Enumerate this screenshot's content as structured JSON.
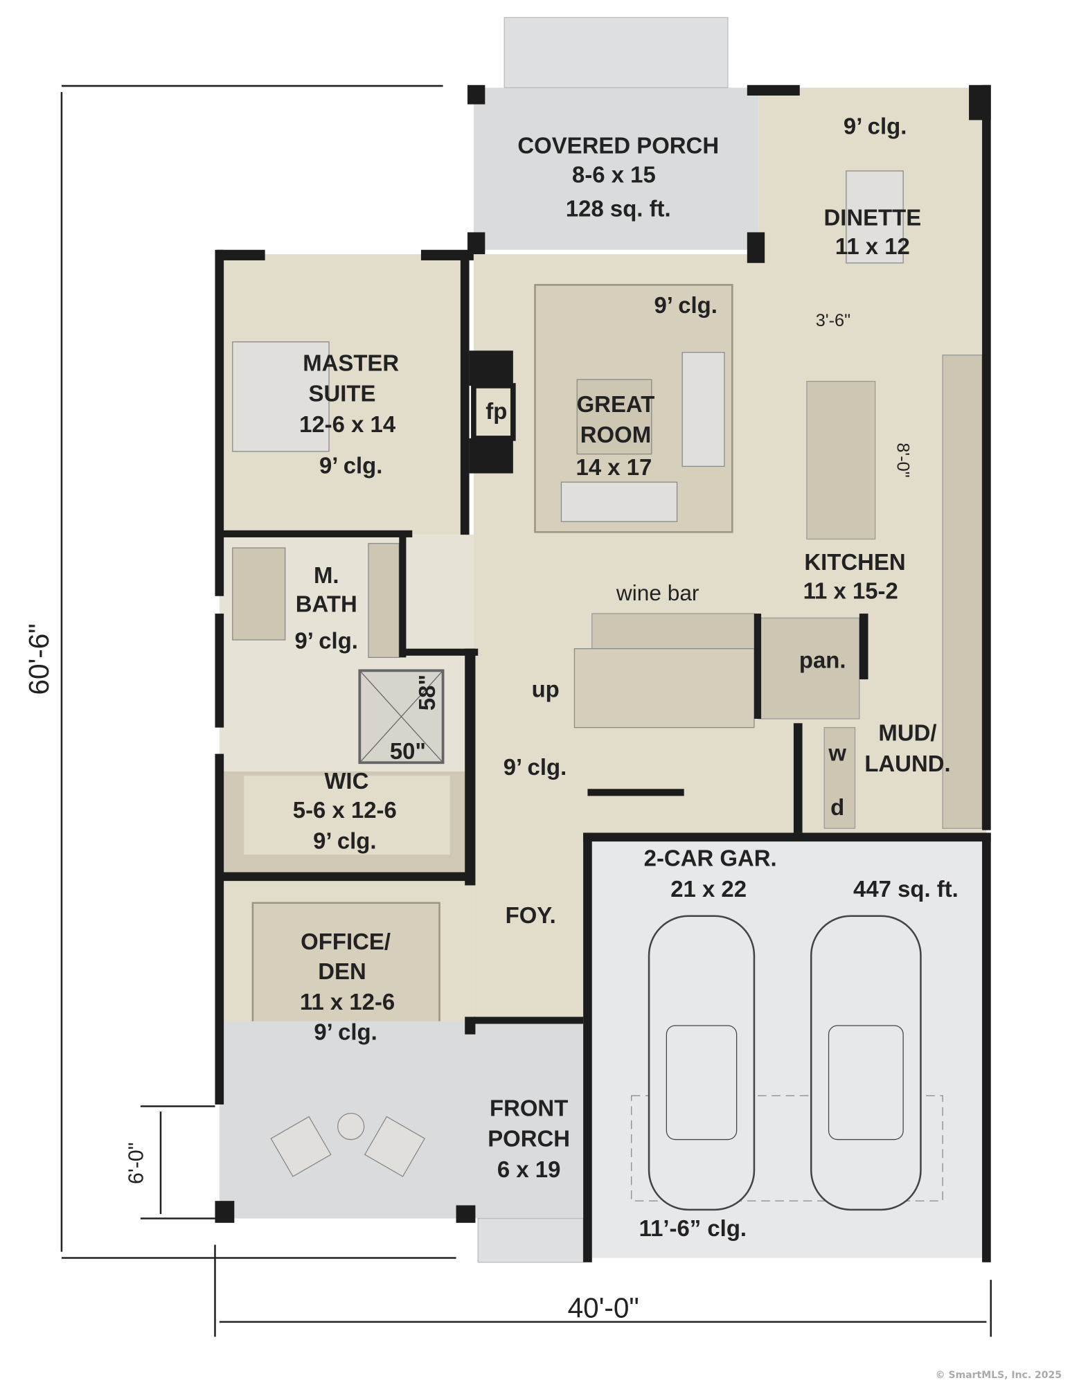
{
  "rooms": {
    "covered_porch": {
      "name": "COVERED PORCH",
      "size": "8-6 x 15",
      "area": "128 sq. ft."
    },
    "dinette": {
      "ceiling": "9’ clg.",
      "name": "DINETTE",
      "size": "11 x 12"
    },
    "master_suite": {
      "name1": "MASTER",
      "name2": "SUITE",
      "size": "12-6 x 14",
      "ceiling": "9’ clg."
    },
    "great_room": {
      "ceiling": "9’ clg.",
      "name1": "GREAT",
      "name2": "ROOM",
      "size": "14 x 17",
      "fireplace": "fp"
    },
    "kitchen": {
      "name": "KITCHEN",
      "size": "11 x 15-2",
      "island_width": "3'-6\"",
      "island_length": "8'-0\""
    },
    "master_bath": {
      "name1": "M.",
      "name2": "BATH",
      "ceiling": "9’ clg.",
      "shower_w": "50\"",
      "shower_d": "58\""
    },
    "wine_bar": {
      "name": "wine bar"
    },
    "stairs": {
      "label": "up"
    },
    "pantry": {
      "name": "pan."
    },
    "mud_laundry": {
      "name1": "MUD/",
      "name2": "LAUND.",
      "washer": "w",
      "dryer": "d"
    },
    "hall": {
      "ceiling": "9’ clg."
    },
    "wic": {
      "name": "WIC",
      "size": "5-6 x 12-6",
      "ceiling": "9’ clg."
    },
    "garage": {
      "name": "2-CAR GAR.",
      "size": "21 x 22",
      "area": "447 sq. ft.",
      "ceiling": "11’-6” clg."
    },
    "foyer": {
      "name": "FOY."
    },
    "office": {
      "name1": "OFFICE/",
      "name2": "DEN",
      "size": "11 x 12-6",
      "ceiling": "9’ clg."
    },
    "front_porch": {
      "name1": "FRONT",
      "name2": "PORCH",
      "size": "6 x 19"
    }
  },
  "dimensions": {
    "overall_depth": "60'-6\"",
    "overall_width": "40'-0\"",
    "porch_depth": "6'-0\""
  },
  "copyright": "© SmartMLS, Inc.  2025",
  "colors": {
    "floor": "#e2dccb",
    "porch": "#d9dbdc",
    "garage": "#e7e8ea",
    "wall": "#1c1c1c",
    "counter": "#cdc6b2"
  }
}
